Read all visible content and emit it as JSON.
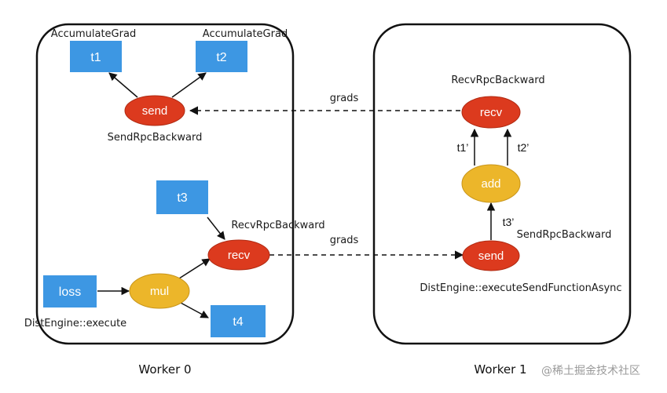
{
  "colors": {
    "tensor_box": "#3d97e3",
    "send_recv_node": "#dc3a1e",
    "op_node": "#ecb62a",
    "worker_border": "#111111"
  },
  "workers": {
    "worker0": {
      "caption": "Worker 0"
    },
    "worker1": {
      "caption": "Worker 1"
    }
  },
  "nodes": {
    "t1": {
      "label": "t1",
      "note": "AccumulateGrad"
    },
    "t2": {
      "label": "t2",
      "note": "AccumulateGrad"
    },
    "send0": {
      "label": "send",
      "note": "SendRpcBackward"
    },
    "t3": {
      "label": "t3"
    },
    "recv0": {
      "label": "recv",
      "note": "RecvRpcBackward"
    },
    "loss": {
      "label": "loss",
      "note": "DistEngine::execute"
    },
    "mul": {
      "label": "mul"
    },
    "t4": {
      "label": "t4"
    },
    "recv1": {
      "label": "recv",
      "note": "RecvRpcBackward"
    },
    "add": {
      "label": "add"
    },
    "send1": {
      "label": "send",
      "note": "SendRpcBackward",
      "note2": "DistEngine::executeSendFunctionAsync"
    }
  },
  "edge_labels": {
    "grads_top": "grads",
    "grads_bottom": "grads",
    "t1p": "t1’",
    "t2p": "t2’",
    "t3p": "t3’"
  },
  "watermark": "@稀土掘金技术社区"
}
